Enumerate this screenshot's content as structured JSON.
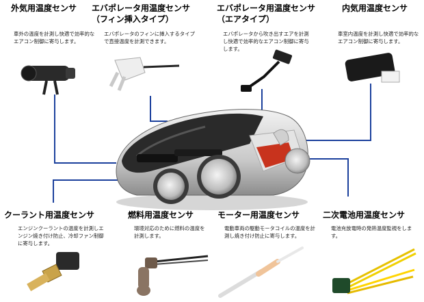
{
  "accent_color": "#1a3f9c",
  "sensors": {
    "outside_air": {
      "title": "外気用温度センサ",
      "description": "車外の温度を計測し快適で効率的なエアコン制御に寄与します。",
      "icon": "cylindrical-sensor-with-clip-icon"
    },
    "evap_fin": {
      "title_line1": "エバポレータ用温度センサ",
      "title_line2": "（フィン挿入タイプ）",
      "description": "エバポレータのフィンに挿入するタイプで直接温度を計測できます。",
      "icon": "fin-insert-sensor-icon"
    },
    "evap_air": {
      "title_line1": "エバポレータ用温度センサ",
      "title_line2": "（エアタイプ）",
      "description": "エバポレータから吹き出すエアを計測し快適で効率的なエアコン制御に寄与します。",
      "icon": "probe-sensor-with-connector-icon"
    },
    "cabin": {
      "title": "内気用温度センサ",
      "description": "車室内温度を計測し快適で効率的なエアコン制御に寄与します。",
      "icon": "black-box-sensor-icon"
    },
    "coolant": {
      "title": "クーラント用温度センサ",
      "description": "エンジンクーラントの温度を計測しエンジン焼き付け防止、冷却ファン制御に寄与します。",
      "icon": "brass-threaded-sensor-icon"
    },
    "fuel": {
      "title": "燃料用温度センサ",
      "description": "環境対応のために燃料の温度を計測します。",
      "icon": "bulb-probe-sensor-icon"
    },
    "motor": {
      "title": "モーター用温度センサ",
      "description": "電動車両の駆動モータコイルの温度を計測し焼き付け防止に寄与します。",
      "icon": "thin-tube-sensor-icon"
    },
    "battery": {
      "title": "二次電池用温度センサ",
      "description": "電池充放電時の発熱温度監視をします。",
      "icon": "chip-sensor-with-leads-icon"
    }
  }
}
